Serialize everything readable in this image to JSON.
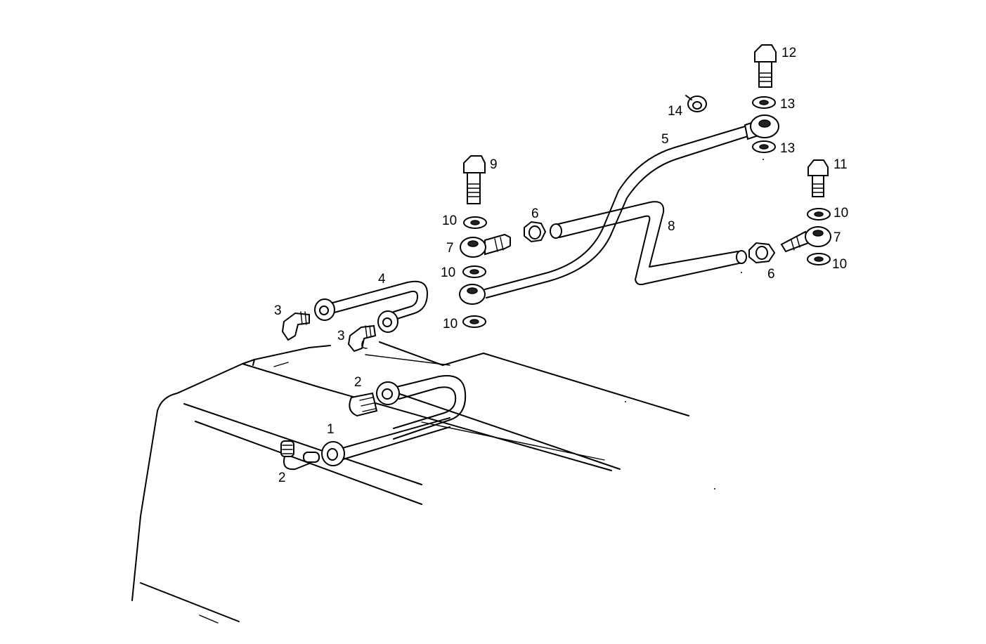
{
  "diagram": {
    "colors": {
      "line": "#000000",
      "background": "#ffffff"
    },
    "callouts": {
      "c1": "1",
      "c2a": "2",
      "c2b": "2",
      "c3a": "3",
      "c3b": "3",
      "c4": "4",
      "c5": "5",
      "c6a": "6",
      "c6b": "6",
      "c7a": "7",
      "c7b": "7",
      "c8": "8",
      "c9": "9",
      "c10a": "10",
      "c10b": "10",
      "c10c": "10",
      "c10d": "10",
      "c10e": "10",
      "c11": "11",
      "c12": "12",
      "c13a": "13",
      "c13b": "13",
      "c14": "14"
    }
  }
}
